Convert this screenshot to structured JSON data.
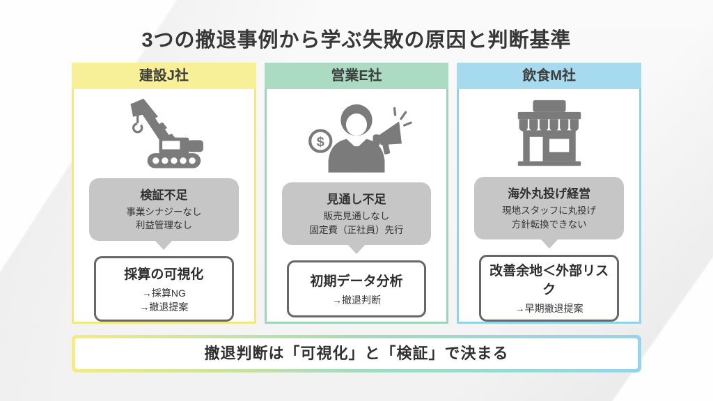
{
  "title": "3つの撤退事例から学ぶ失敗の原因と判断基準",
  "columns": [
    {
      "header": "建設J社",
      "accent": "#f8f098",
      "border": "#f2e87d",
      "icon": "crane-icon",
      "cause": {
        "title": "検証不足",
        "lines": [
          "事業シナジーなし",
          "利益管理なし"
        ]
      },
      "criteria": {
        "title": "採算の可視化",
        "lines": [
          "→採算NG",
          "→撤退提案"
        ]
      }
    },
    {
      "header": "営業E社",
      "accent": "#abdcc3",
      "border": "#9cd6b6",
      "icon": "salesperson-icon",
      "cause": {
        "title": "見通し不足",
        "lines": [
          "販売見通しなし",
          "固定費（正社員）先行"
        ]
      },
      "criteria": {
        "title": "初期データ分析",
        "lines": [
          "→撤退判断"
        ]
      }
    },
    {
      "header": "飲食M社",
      "accent": "#a6daee",
      "border": "#93d2ea",
      "icon": "storefront-icon",
      "cause": {
        "title": "海外丸投げ経営",
        "lines": [
          "現地スタッフに丸投げ",
          "方針転換できない"
        ]
      },
      "criteria": {
        "title": "改善余地＜外部リスク",
        "lines": [
          "→早期撤退提案"
        ]
      }
    }
  ],
  "footer": {
    "text": "撤退判断は「可視化」と「検証」で決まる",
    "gradient": [
      "#f4eb83",
      "#a5dabc",
      "#96d3ec"
    ]
  },
  "colors": {
    "icon_gray": "#7b7b7b",
    "callout_bg": "#c6c6c6",
    "criteria_border": "#676767",
    "title_text": "#373737"
  }
}
